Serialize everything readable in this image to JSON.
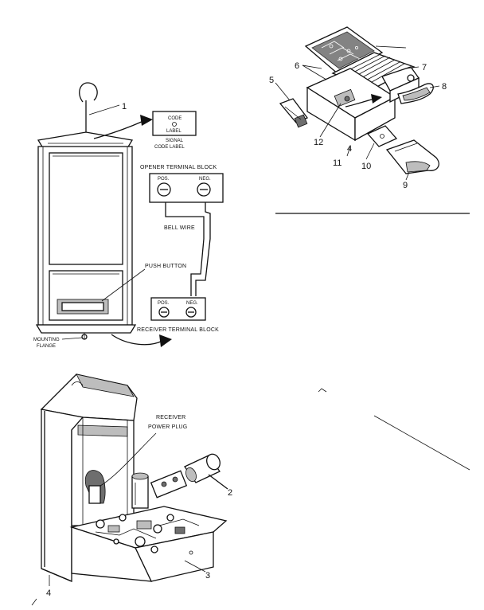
{
  "callouts": {
    "c1": "1",
    "c2": "2",
    "c3": "3",
    "c4a": "4",
    "c4b": "4",
    "c5": "5",
    "c6": "6",
    "c7": "7",
    "c8": "8",
    "c9": "9",
    "c10": "10",
    "c11": "11",
    "c12": "12"
  },
  "labels": {
    "code": "CODE",
    "label": "LABEL",
    "signal": "SIGNAL",
    "code_label": "CODE  LABEL",
    "opener_terminal_block": "OPENER TERMINAL BLOCK",
    "pos": "POS.",
    "neg": "NEG.",
    "bell_wire": "BELL WIRE",
    "push_button": "PUSH BUTTON",
    "receiver_terminal_block": "RECEIVER TERMINAL BLOCK",
    "mounting": "MOUNTING",
    "flange": "FLANGE",
    "receiver": "RECEIVER",
    "power_plug": "POWER PLUG"
  }
}
